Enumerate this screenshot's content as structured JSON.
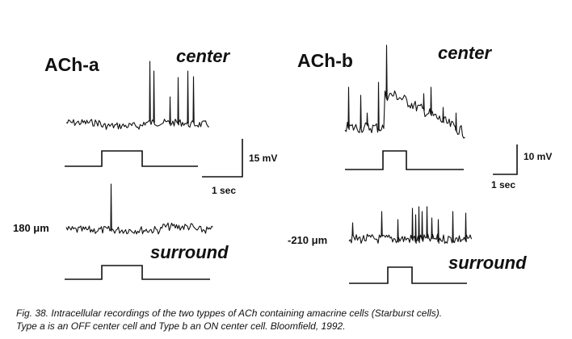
{
  "panels": {
    "a": {
      "title": "ACh-a",
      "center_label": "center",
      "surround_label": "surround",
      "distance_label": "180 μm",
      "scale_voltage": "15 mV",
      "scale_time": "1 sec"
    },
    "b": {
      "title": "ACh-b",
      "center_label": "center",
      "surround_label": "surround",
      "distance_label": "-210 μm",
      "scale_voltage": "10 mV",
      "scale_time": "1 sec"
    }
  },
  "caption": {
    "line1": "Fig. 38. Intracellular recordings of the two typpes of ACh containing amacrine cells (Starburst cells).",
    "line2": "Type a is an OFF center cell and Type b an ON center cell.  Bloomfield, 1992."
  }
}
